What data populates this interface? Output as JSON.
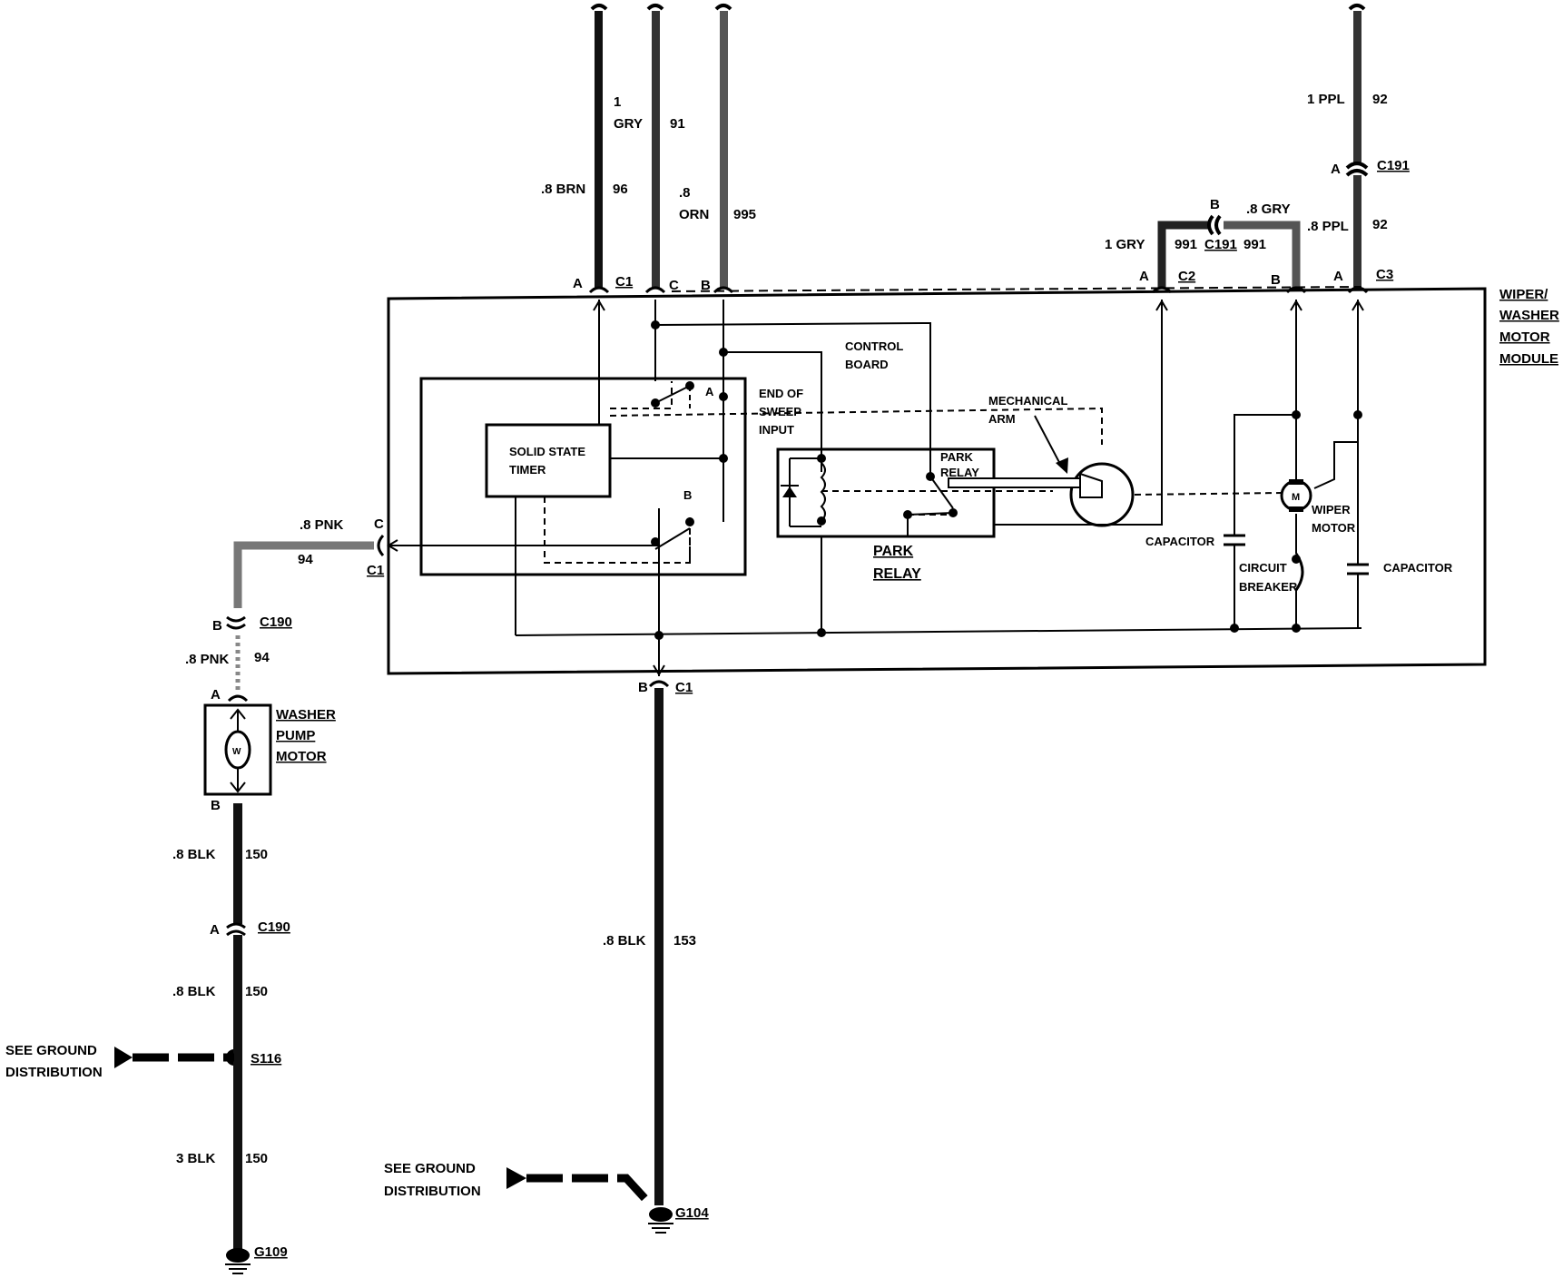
{
  "module": {
    "name_lines": [
      "WIPER/",
      "WASHER",
      "MOTOR",
      "MODULE"
    ],
    "control_board": [
      "CONTROL",
      "BOARD"
    ],
    "end_of_sweep": [
      "END OF",
      "SWEEP",
      "INPUT"
    ],
    "solid_state_timer": [
      "SOLID STATE",
      "TIMER"
    ],
    "mechanical_arm": [
      "MECHANICAL",
      "ARM"
    ],
    "park_relay_inner": [
      "PARK",
      "RELAY"
    ],
    "park_relay_caption": [
      "PARK",
      "RELAY"
    ],
    "wiper_motor": [
      "WIPER",
      "MOTOR"
    ],
    "capacitor_left": "CAPACITOR",
    "capacitor_right": "CAPACITOR",
    "circuit_breaker": [
      "CIRCUIT",
      "BREAKER"
    ],
    "switch_a": "A",
    "switch_b": "B",
    "wiper_motor_symbol": "M"
  },
  "top_wires": {
    "w1_size": "1",
    "w1_color": "GRY",
    "w1_circuit": "91",
    "w2_size_color": ".8 BRN",
    "w2_circuit": "96",
    "w3_size": ".8",
    "w3_color": "ORN",
    "w3_circuit": "995",
    "w4_size_color": "1 PPL",
    "w4_circuit": "92",
    "w5_circuit": "92",
    "w6_size_color": ".8 PPL",
    "w7_size_color": ".8 GRY",
    "w8_size_color": "1 GRY",
    "w8_circuit": "991",
    "w9_circuit": "991"
  },
  "connectors": {
    "c1_top_a_pin": "A",
    "c1_top_name": "C1",
    "c1_c_pin": "C",
    "c1_b_pin": "B",
    "c2_pin": "A",
    "c2_name": "C2",
    "c3_b_pin": "B",
    "c3_a_pin": "A",
    "c3_name": "C3",
    "c191_top_pin": "A",
    "c191_top_name": "C191",
    "c191_mid_pin": "B",
    "c191_mid_name": "C191",
    "c1_left_pin": "C",
    "c1_left_name": "C1",
    "c1_bottom_pin": "B",
    "c1_bottom_name": "C1",
    "c190_b_pin": "B",
    "c190_b_name": "C190",
    "c190_a_pin": "A",
    "c190_a_name": "C190"
  },
  "left_branch": {
    "pnk_top_size": ".8 PNK",
    "pnk_top_circuit": "94",
    "pnk_bottom_size": ".8 PNK",
    "pnk_bottom_circuit": "94",
    "washer_pump": [
      "WASHER",
      "PUMP",
      "MOTOR"
    ],
    "pump_pin_a": "A",
    "pump_pin_b": "B",
    "pump_symbol": "W",
    "blk1_size": ".8 BLK",
    "blk1_circuit": "150",
    "blk2_size": ".8 BLK",
    "blk2_circuit": "150",
    "blk3_size": "3 BLK",
    "blk3_circuit": "150",
    "splice": "S116",
    "ground_ref": [
      "SEE GROUND",
      "DISTRIBUTION"
    ],
    "ground": "G109"
  },
  "center_ground": {
    "blk_size": ".8 BLK",
    "blk_circuit": "153",
    "ground_ref": [
      "SEE GROUND",
      "DISTRIBUTION"
    ],
    "ground": "G104"
  }
}
